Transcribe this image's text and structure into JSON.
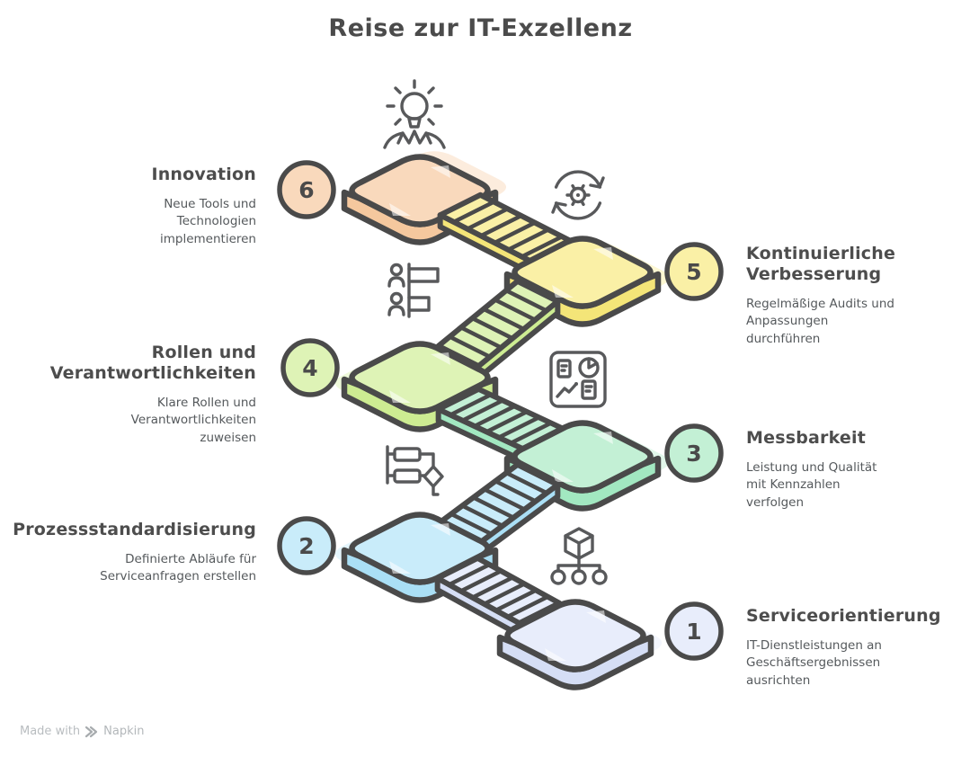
{
  "title": "Reise zur IT-Exzellenz",
  "summit_icon": "idea-lightbulb-hands-icon",
  "colors": {
    "outline": "#4a4a4a",
    "heading_text": "#4d4d4d",
    "body_text": "#55595c",
    "icon_stroke": "#58595b",
    "footer_text": "#b9bdc0",
    "background": "#ffffff"
  },
  "steps": [
    {
      "number": "1",
      "title": "Serviceorientierung",
      "description": "IT-Dienstleistungen an Geschäftsergebnissen ausrichten",
      "icon": "cube-hierarchy-icon",
      "color": "#e8edfb",
      "side_color": "#d5def5"
    },
    {
      "number": "2",
      "title": "Prozessstandardisierung",
      "description": "Definierte Abläufe für Serviceanfragen erstellen",
      "icon": "flowchart-icon",
      "color": "#c9ecfa",
      "side_color": "#aadff5"
    },
    {
      "number": "3",
      "title": "Messbarkeit",
      "description": "Leistung und Qualität mit Kennzahlen verfolgen",
      "icon": "dashboard-icon",
      "color": "#c3f0d5",
      "side_color": "#a2e8c1"
    },
    {
      "number": "4",
      "title": "Rollen und Verantwortlichkeiten",
      "description": "Klare Rollen und Verantwortlichkeiten zuweisen",
      "icon": "roles-people-icon",
      "color": "#def3b6",
      "side_color": "#cdec92"
    },
    {
      "number": "5",
      "title": "Kontinuierliche Verbesserung",
      "description": "Regelmäßige Audits und Anpassungen durchführen",
      "icon": "improvement-cycle-icon",
      "color": "#faf0a6",
      "side_color": "#f4e578"
    },
    {
      "number": "6",
      "title": "Innovation",
      "description": "Neue Tools und Technologien implementieren",
      "icon": "idea-lightbulb-hands-icon",
      "color": "#f9d9bc",
      "side_color": "#f5c89e"
    }
  ],
  "footer": {
    "made_with": "Made with",
    "brand": "Napkin"
  }
}
